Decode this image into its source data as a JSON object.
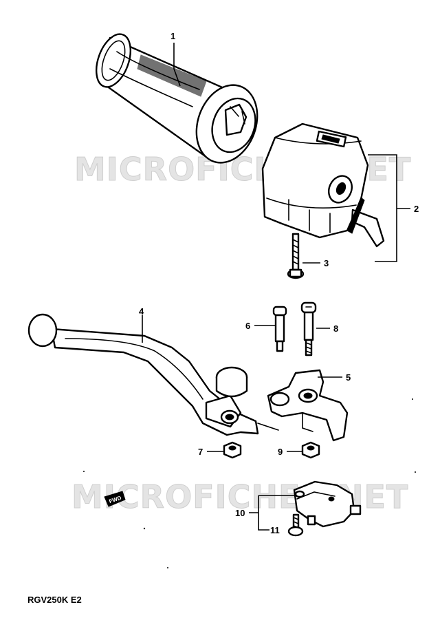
{
  "watermark": "MICROFICHES.NET",
  "model_code": "RGV250K E2",
  "fwd_mark": "FWD",
  "callouts": [
    "1",
    "2",
    "3",
    "4",
    "5",
    "6",
    "7",
    "8",
    "9",
    "10",
    "11"
  ]
}
